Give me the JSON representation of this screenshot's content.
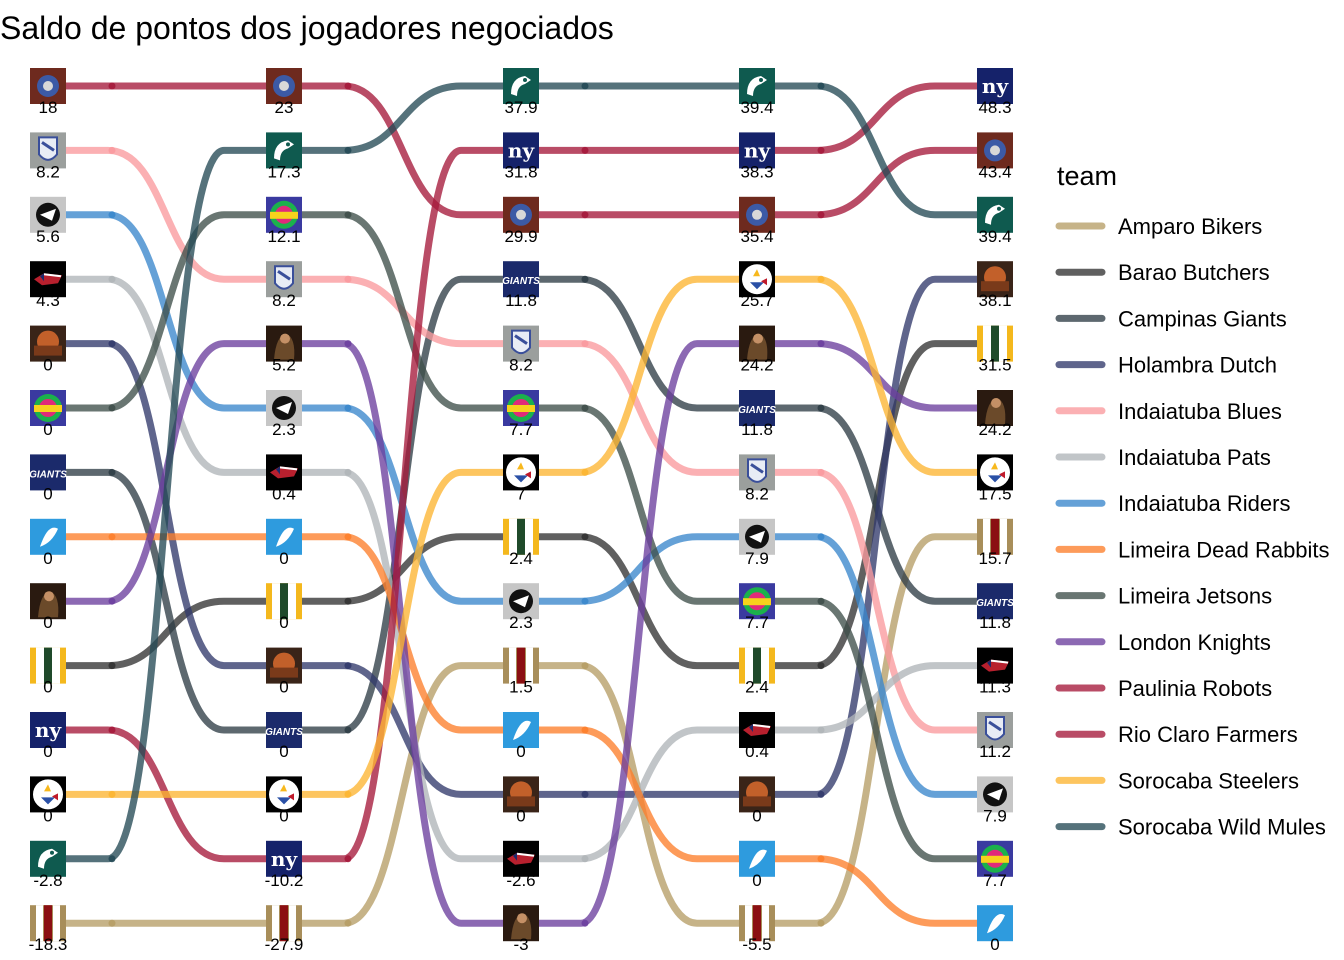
{
  "chart_data": {
    "type": "bump",
    "title": "Saldo de pontos dos jogadores negociados",
    "x": [
      1,
      2,
      3,
      4,
      5
    ],
    "legend_title": "team",
    "legend_position": "right",
    "grid": false,
    "series": [
      {
        "name": "Amparo Bikers",
        "color": "#B69D66",
        "logo": "bikers",
        "ranks": [
          14,
          14,
          10,
          14,
          8
        ],
        "values": [
          -18.3,
          -27.9,
          1.5,
          -5.5,
          15.7
        ]
      },
      {
        "name": "Barao Butchers",
        "color": "#333333",
        "logo": "butchers",
        "ranks": [
          10,
          9,
          8,
          10,
          5
        ],
        "values": [
          0,
          0,
          2.4,
          2.4,
          31.5
        ]
      },
      {
        "name": "Campinas Giants",
        "color": "#2F3E46",
        "logo": "giants",
        "ranks": [
          7,
          11,
          4,
          6,
          9
        ],
        "values": [
          0,
          0,
          11.8,
          11.8,
          11.8
        ]
      },
      {
        "name": "Holambra Dutch",
        "color": "#323A6B",
        "logo": "dutch",
        "ranks": [
          5,
          10,
          12,
          12,
          4
        ],
        "values": [
          0,
          0,
          0,
          0,
          38.1
        ]
      },
      {
        "name": "Indaiatuba Blues",
        "color": "#FA9A9E",
        "logo": "blues",
        "ranks": [
          2,
          4,
          5,
          7,
          11
        ],
        "values": [
          8.2,
          8.2,
          8.2,
          8.2,
          11.2
        ]
      },
      {
        "name": "Indaiatuba Pats",
        "color": "#B0B5B8",
        "logo": "pats",
        "ranks": [
          4,
          7,
          13,
          11,
          10
        ],
        "values": [
          4.3,
          0.4,
          -2.6,
          0.4,
          11.3
        ]
      },
      {
        "name": "Indaiatuba Riders",
        "color": "#3A87CC",
        "logo": "riders",
        "ranks": [
          3,
          6,
          9,
          8,
          12
        ],
        "values": [
          5.6,
          2.3,
          2.3,
          7.9,
          7.9
        ]
      },
      {
        "name": "Limeira Dead Rabbits",
        "color": "#FD7F2B",
        "logo": "rabbits",
        "ranks": [
          8,
          8,
          11,
          13,
          14
        ],
        "values": [
          0,
          0,
          0,
          0,
          0
        ]
      },
      {
        "name": "Limeira Jetsons",
        "color": "#3F4F4A",
        "logo": "jetsons",
        "ranks": [
          6,
          3,
          6,
          9,
          13
        ],
        "values": [
          0,
          12.1,
          7.7,
          7.7,
          7.7
        ]
      },
      {
        "name": "London Knights",
        "color": "#6C3F9E",
        "logo": "knights",
        "ranks": [
          9,
          5,
          14,
          5,
          6
        ],
        "values": [
          0,
          5.2,
          -3,
          24.2,
          24.2
        ]
      },
      {
        "name": "Paulinia Robots",
        "color": "#A51A3B",
        "logo": "robots",
        "ranks": [
          1,
          1,
          3,
          3,
          2
        ],
        "values": [
          18,
          23,
          29.9,
          35.4,
          43.4
        ]
      },
      {
        "name": "Rio Claro Farmers",
        "color": "#A51A3B",
        "logo": "farmers",
        "ranks": [
          11,
          13,
          2,
          2,
          1
        ],
        "values": [
          0,
          -10.2,
          31.8,
          38.3,
          48.3
        ]
      },
      {
        "name": "Sorocaba Steelers",
        "color": "#FCB532",
        "logo": "steelers",
        "ranks": [
          12,
          12,
          7,
          4,
          7
        ],
        "values": [
          0,
          0,
          7,
          25.7,
          17.5
        ]
      },
      {
        "name": "Sorocaba Wild Mules",
        "color": "#254A56",
        "logo": "mules",
        "ranks": [
          13,
          2,
          1,
          1,
          3
        ],
        "values": [
          -2.8,
          17.3,
          37.9,
          39.4,
          39.4
        ]
      }
    ]
  }
}
